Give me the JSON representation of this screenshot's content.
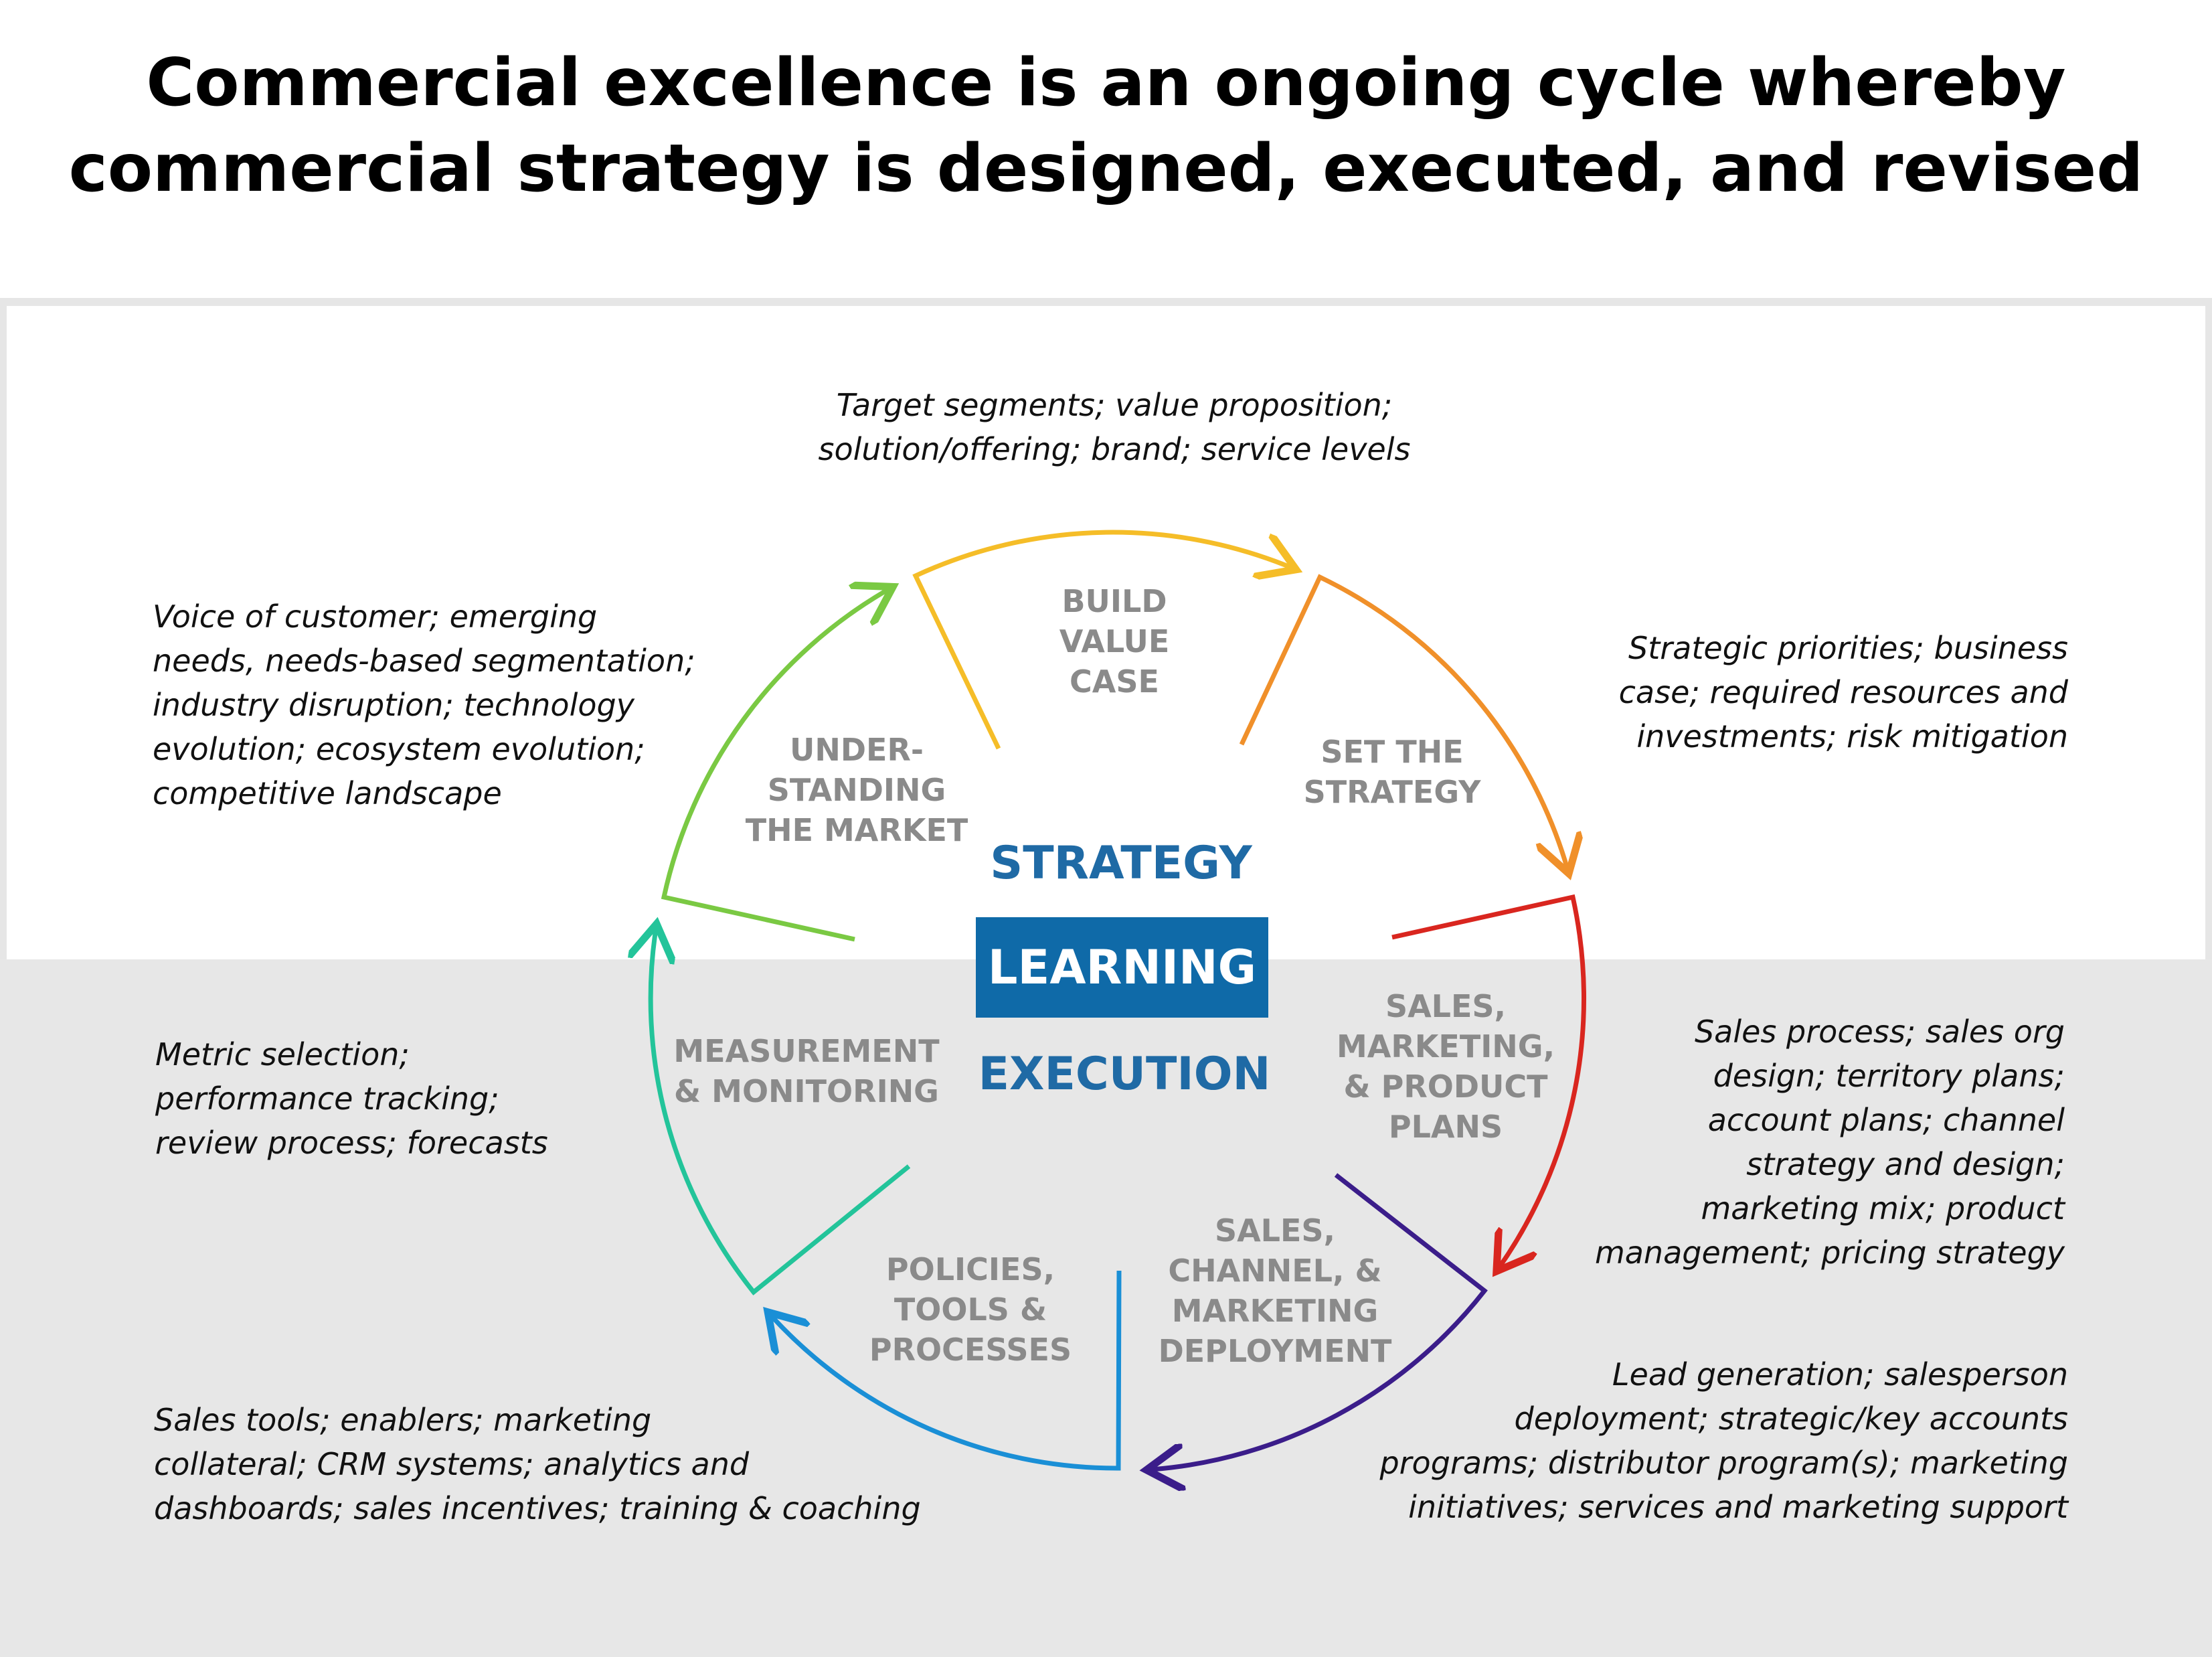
{
  "title": {
    "line1": "Commercial excellence is an ongoing cycle whereby",
    "line2": "commercial strategy is designed, executed, and revised"
  },
  "center": {
    "strategy": "STRATEGY",
    "learning": "LEARNING",
    "execution": "EXECUTION"
  },
  "stages": {
    "build": "BUILD\nVALUE\nCASE",
    "set": "SET THE\nSTRATEGY",
    "plans": "SALES,\nMARKETING,\n& PRODUCT\nPLANS",
    "deploy": "SALES,\nCHANNEL, &\nMARKETING\nDEPLOYMENT",
    "policies": "POLICIES,\nTOOLS &\nPROCESSES",
    "measure": "MEASUREMENT\n& MONITORING",
    "understand": "UNDER-\nSTANDING\nTHE MARKET"
  },
  "notes": {
    "build": "Target segments; value proposition;\nsolution/offering; brand; service levels",
    "set": "Strategic priorities; business\ncase; required resources and\ninvestments; risk mitigation",
    "plans": "Sales process; sales org\ndesign; territory plans;\naccount plans; channel\nstrategy and design;\nmarketing mix; product\nmanagement; pricing strategy",
    "deploy": "Lead generation; salesperson\ndeployment; strategic/key accounts\nprograms; distributor program(s); marketing\ninitiatives; services and marketing support",
    "policies": "Sales tools; enablers; marketing\ncollateral; CRM systems; analytics and\ndashboards; sales incentives; training & coaching",
    "measure": "Metric selection;\nperformance tracking;\nreview process; forecasts",
    "understand": "Voice of customer; emerging\nneeds, needs-based segmentation;\nindustry disruption; technology\nevolution; ecosystem evolution;\ncompetitive landscape"
  },
  "colors": {
    "build": "#f5bd28",
    "set": "#f0902a",
    "plans": "#d9261f",
    "deploy": "#3b1d8a",
    "policies": "#1a8fd6",
    "measure": "#23c49a",
    "understand": "#7ac943",
    "core": "#1f6aa5",
    "learning_bg": "#0f6aa8"
  }
}
